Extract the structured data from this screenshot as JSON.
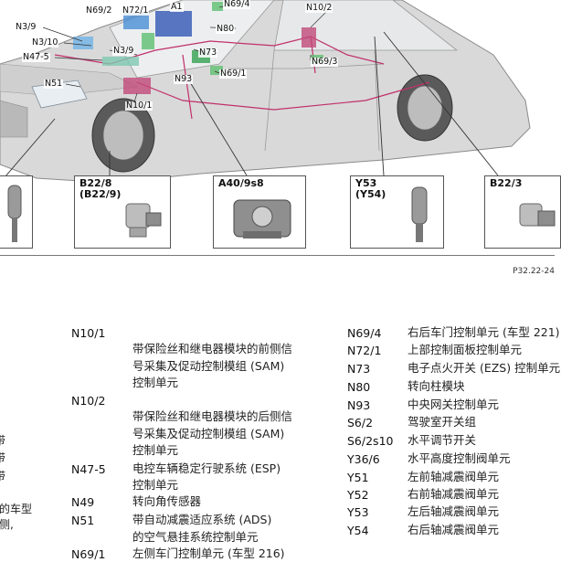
{
  "figure": {
    "callouts": {
      "n3_9_a": "N3/9",
      "n69_2": "N69/2",
      "n72_1": "N72/1",
      "a1": "A1",
      "n69_4": "N69/4",
      "n10_2": "N10/2",
      "n80": "N80",
      "n3_10": "N3/10",
      "n3_9_b": "N3/9",
      "n47_5": "N47-5",
      "n73": "N73",
      "n69_3": "N69/3",
      "n69_1": "N69/1",
      "n51": "N51",
      "n93": "N93",
      "n10_1": "N10/1"
    },
    "boxes": {
      "b22_8": "B22/8",
      "b22_9": "(B22/9)",
      "a40_9s8": "A40/9s8",
      "y53": "Y53",
      "y54": "(Y54)",
      "b22_3": "B22/3"
    },
    "figure_ref": "P32.22-24"
  },
  "legend": {
    "left_clip": [
      "带",
      "带",
      "带",
      "的车型",
      "侧,"
    ],
    "middle": [
      {
        "code": "N10/1",
        "desc": [
          "带保险丝和继电器模块的前侧信",
          "号采集及促动控制模组 (SAM)",
          "控制单元"
        ]
      },
      {
        "code": "N10/2",
        "desc": [
          "带保险丝和继电器模块的后侧信",
          "号采集及促动控制模组 (SAM)",
          "控制单元"
        ]
      },
      {
        "code": "N47-5",
        "desc": [
          "电控车辆稳定行驶系统 (ESP)",
          "控制单元"
        ]
      },
      {
        "code": "N49",
        "desc": [
          "转向角传感器"
        ]
      },
      {
        "code": "N51",
        "desc": [
          "带自动减震适应系统 (ADS)",
          "的空气悬挂系统控制单元"
        ]
      },
      {
        "code": "N69/1",
        "desc": [
          "左侧车门控制单元 (车型 216)"
        ]
      }
    ],
    "right": [
      {
        "code": "N69/4",
        "desc": "右后车门控制单元 (车型 221)"
      },
      {
        "code": "N72/1",
        "desc": "上部控制面板控制单元"
      },
      {
        "code": "N73",
        "desc": "电子点火开关 (EZS) 控制单元"
      },
      {
        "code": "N80",
        "desc": "转向柱模块"
      },
      {
        "code": "N93",
        "desc": "中央网关控制单元"
      },
      {
        "code": "S6/2",
        "desc": "驾驶室开关组"
      },
      {
        "code": "S6/2s10",
        "desc": "水平调节开关"
      },
      {
        "code": "Y36/6",
        "desc": "水平高度控制阀单元"
      },
      {
        "code": "Y51",
        "desc": "左前轴减震阀单元"
      },
      {
        "code": "Y52",
        "desc": "右前轴减震阀单元"
      },
      {
        "code": "Y53",
        "desc": "左后轴减震阀单元"
      },
      {
        "code": "Y54",
        "desc": "右后轴减震阀单元"
      }
    ]
  }
}
